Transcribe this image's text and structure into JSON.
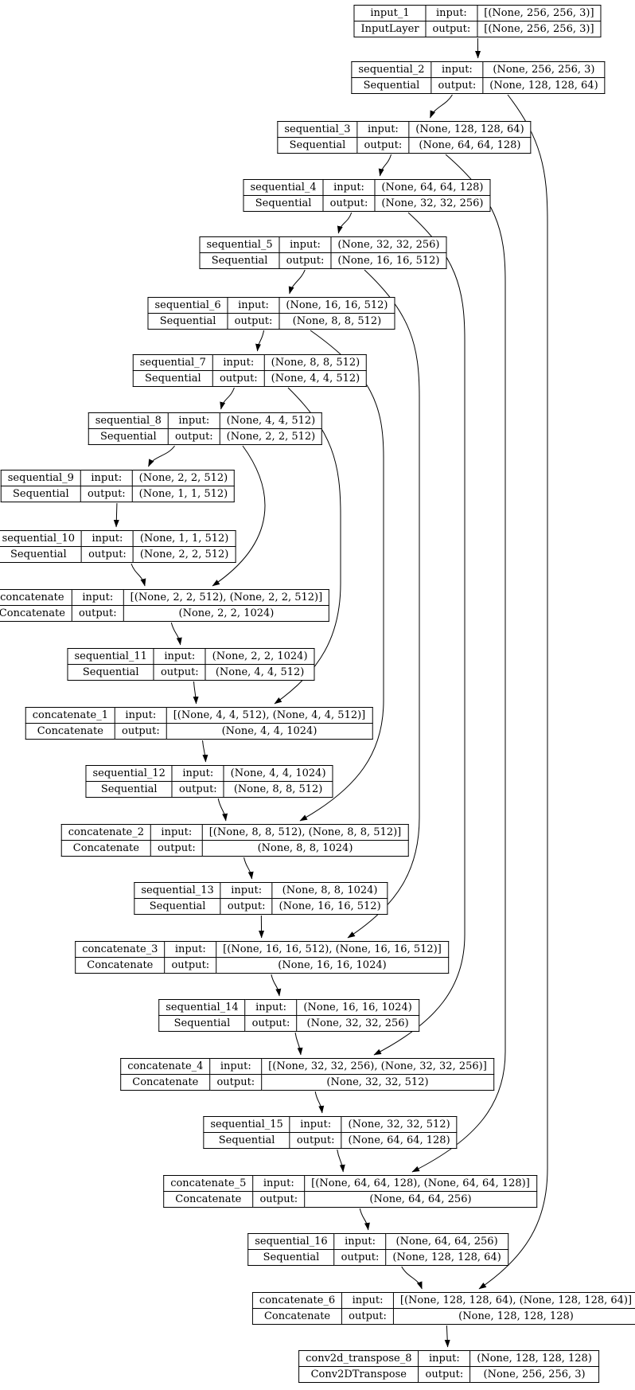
{
  "diagram": {
    "labels": {
      "input": "input:",
      "output": "output:"
    },
    "nodes": [
      {
        "id": "input_1",
        "name": "input_1",
        "type": "InputLayer",
        "input": "[(None, 256, 256, 3)]",
        "output": "[(None, 256, 256, 3)]"
      },
      {
        "id": "sequential_2",
        "name": "sequential_2",
        "type": "Sequential",
        "input": "(None, 256, 256, 3)",
        "output": "(None, 128, 128, 64)"
      },
      {
        "id": "sequential_3",
        "name": "sequential_3",
        "type": "Sequential",
        "input": "(None, 128, 128, 64)",
        "output": "(None, 64, 64, 128)"
      },
      {
        "id": "sequential_4",
        "name": "sequential_4",
        "type": "Sequential",
        "input": "(None, 64, 64, 128)",
        "output": "(None, 32, 32, 256)"
      },
      {
        "id": "sequential_5",
        "name": "sequential_5",
        "type": "Sequential",
        "input": "(None, 32, 32, 256)",
        "output": "(None, 16, 16, 512)"
      },
      {
        "id": "sequential_6",
        "name": "sequential_6",
        "type": "Sequential",
        "input": "(None, 16, 16, 512)",
        "output": "(None, 8, 8, 512)"
      },
      {
        "id": "sequential_7",
        "name": "sequential_7",
        "type": "Sequential",
        "input": "(None, 8, 8, 512)",
        "output": "(None, 4, 4, 512)"
      },
      {
        "id": "sequential_8",
        "name": "sequential_8",
        "type": "Sequential",
        "input": "(None, 4, 4, 512)",
        "output": "(None, 2, 2, 512)"
      },
      {
        "id": "sequential_9",
        "name": "sequential_9",
        "type": "Sequential",
        "input": "(None, 2, 2, 512)",
        "output": "(None, 1, 1, 512)"
      },
      {
        "id": "sequential_10",
        "name": "sequential_10",
        "type": "Sequential",
        "input": "(None, 1, 1, 512)",
        "output": "(None, 2, 2, 512)"
      },
      {
        "id": "concatenate",
        "name": "concatenate",
        "type": "Concatenate",
        "input": "[(None, 2, 2, 512), (None, 2, 2, 512)]",
        "output": "(None, 2, 2, 1024)"
      },
      {
        "id": "sequential_11",
        "name": "sequential_11",
        "type": "Sequential",
        "input": "(None, 2, 2, 1024)",
        "output": "(None, 4, 4, 512)"
      },
      {
        "id": "concatenate_1",
        "name": "concatenate_1",
        "type": "Concatenate",
        "input": "[(None, 4, 4, 512), (None, 4, 4, 512)]",
        "output": "(None, 4, 4, 1024)"
      },
      {
        "id": "sequential_12",
        "name": "sequential_12",
        "type": "Sequential",
        "input": "(None, 4, 4, 1024)",
        "output": "(None, 8, 8, 512)"
      },
      {
        "id": "concatenate_2",
        "name": "concatenate_2",
        "type": "Concatenate",
        "input": "[(None, 8, 8, 512), (None, 8, 8, 512)]",
        "output": "(None, 8, 8, 1024)"
      },
      {
        "id": "sequential_13",
        "name": "sequential_13",
        "type": "Sequential",
        "input": "(None, 8, 8, 1024)",
        "output": "(None, 16, 16, 512)"
      },
      {
        "id": "concatenate_3",
        "name": "concatenate_3",
        "type": "Concatenate",
        "input": "[(None, 16, 16, 512), (None, 16, 16, 512)]",
        "output": "(None, 16, 16, 1024)"
      },
      {
        "id": "sequential_14",
        "name": "sequential_14",
        "type": "Sequential",
        "input": "(None, 16, 16, 1024)",
        "output": "(None, 32, 32, 256)"
      },
      {
        "id": "concatenate_4",
        "name": "concatenate_4",
        "type": "Concatenate",
        "input": "[(None, 32, 32, 256), (None, 32, 32, 256)]",
        "output": "(None, 32, 32, 512)"
      },
      {
        "id": "sequential_15",
        "name": "sequential_15",
        "type": "Sequential",
        "input": "(None, 32, 32, 512)",
        "output": "(None, 64, 64, 128)"
      },
      {
        "id": "concatenate_5",
        "name": "concatenate_5",
        "type": "Concatenate",
        "input": "[(None, 64, 64, 128), (None, 64, 64, 128)]",
        "output": "(None, 64, 64, 256)"
      },
      {
        "id": "sequential_16",
        "name": "sequential_16",
        "type": "Sequential",
        "input": "(None, 64, 64, 256)",
        "output": "(None, 128, 128, 64)"
      },
      {
        "id": "concatenate_6",
        "name": "concatenate_6",
        "type": "Concatenate",
        "input": "[(None, 128, 128, 64), (None, 128, 128, 64)]",
        "output": "(None, 128, 128, 128)"
      },
      {
        "id": "conv2d_transpose_8",
        "name": "conv2d_transpose_8",
        "type": "Conv2DTranspose",
        "input": "(None, 128, 128, 128)",
        "output": "(None, 256, 256, 3)"
      }
    ],
    "edges": [
      {
        "from": "input_1",
        "to": "sequential_2"
      },
      {
        "from": "sequential_2",
        "to": "sequential_3"
      },
      {
        "from": "sequential_3",
        "to": "sequential_4"
      },
      {
        "from": "sequential_4",
        "to": "sequential_5"
      },
      {
        "from": "sequential_5",
        "to": "sequential_6"
      },
      {
        "from": "sequential_6",
        "to": "sequential_7"
      },
      {
        "from": "sequential_7",
        "to": "sequential_8"
      },
      {
        "from": "sequential_8",
        "to": "sequential_9"
      },
      {
        "from": "sequential_9",
        "to": "sequential_10"
      },
      {
        "from": "sequential_10",
        "to": "concatenate"
      },
      {
        "from": "sequential_8",
        "to": "concatenate",
        "skip": true
      },
      {
        "from": "concatenate",
        "to": "sequential_11"
      },
      {
        "from": "sequential_11",
        "to": "concatenate_1"
      },
      {
        "from": "sequential_7",
        "to": "concatenate_1",
        "skip": true
      },
      {
        "from": "concatenate_1",
        "to": "sequential_12"
      },
      {
        "from": "sequential_12",
        "to": "concatenate_2"
      },
      {
        "from": "sequential_6",
        "to": "concatenate_2",
        "skip": true
      },
      {
        "from": "concatenate_2",
        "to": "sequential_13"
      },
      {
        "from": "sequential_13",
        "to": "concatenate_3"
      },
      {
        "from": "sequential_5",
        "to": "concatenate_3",
        "skip": true
      },
      {
        "from": "concatenate_3",
        "to": "sequential_14"
      },
      {
        "from": "sequential_14",
        "to": "concatenate_4"
      },
      {
        "from": "sequential_4",
        "to": "concatenate_4",
        "skip": true
      },
      {
        "from": "concatenate_4",
        "to": "sequential_15"
      },
      {
        "from": "sequential_15",
        "to": "concatenate_5"
      },
      {
        "from": "sequential_3",
        "to": "concatenate_5",
        "skip": true
      },
      {
        "from": "concatenate_5",
        "to": "sequential_16"
      },
      {
        "from": "sequential_16",
        "to": "concatenate_6"
      },
      {
        "from": "sequential_2",
        "to": "concatenate_6",
        "skip": true
      },
      {
        "from": "concatenate_6",
        "to": "conv2d_transpose_8"
      }
    ]
  }
}
